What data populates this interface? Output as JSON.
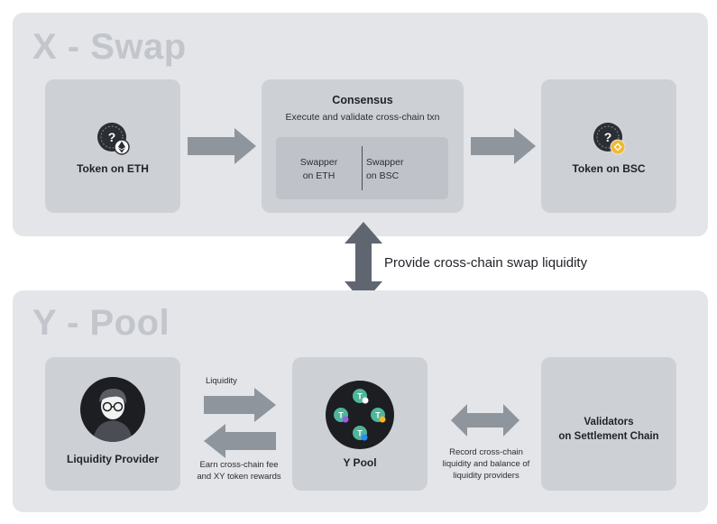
{
  "x_swap": {
    "title": "X - Swap",
    "token_eth": {
      "label": "Token on ETH",
      "icon": "eth-token-icon"
    },
    "consensus": {
      "title": "Consensus",
      "subtitle": "Execute and validate cross-chain txn",
      "swapper_eth_line1": "Swapper",
      "swapper_eth_line2": "on ETH",
      "swapper_bsc_line1": "Swapper",
      "swapper_bsc_line2": "on BSC"
    },
    "token_bsc": {
      "label": "Token on BSC",
      "icon": "bsc-token-icon"
    }
  },
  "link": {
    "label": "Provide cross-chain swap liquidity"
  },
  "y_pool": {
    "title": "Y - Pool",
    "liquidity_provider": {
      "label": "Liquidity Provider",
      "icon": "avatar-icon"
    },
    "flow_right_label": "Liquidity",
    "flow_left_line1": "Earn cross-chain fee",
    "flow_left_line2": "and XY token rewards",
    "pool": {
      "label": "Y Pool",
      "icon": "y-pool-icon"
    },
    "record_line1": "Record cross-chain",
    "record_line2": "liquidity and balance of",
    "record_line3": "liquidity providers",
    "validators_line1": "Validators",
    "validators_line2": "on Settlement Chain"
  },
  "colors": {
    "section_bg": "#e3e5e8",
    "card_bg": "#cdd1d6",
    "inner_bg": "#bfc3c9",
    "arrow": "#8f959d",
    "title_text": "#c2c6cc",
    "icon_dark": "#2b2e33",
    "token_teal": "#4fb59b",
    "bsc_gold": "#f3b92f"
  }
}
